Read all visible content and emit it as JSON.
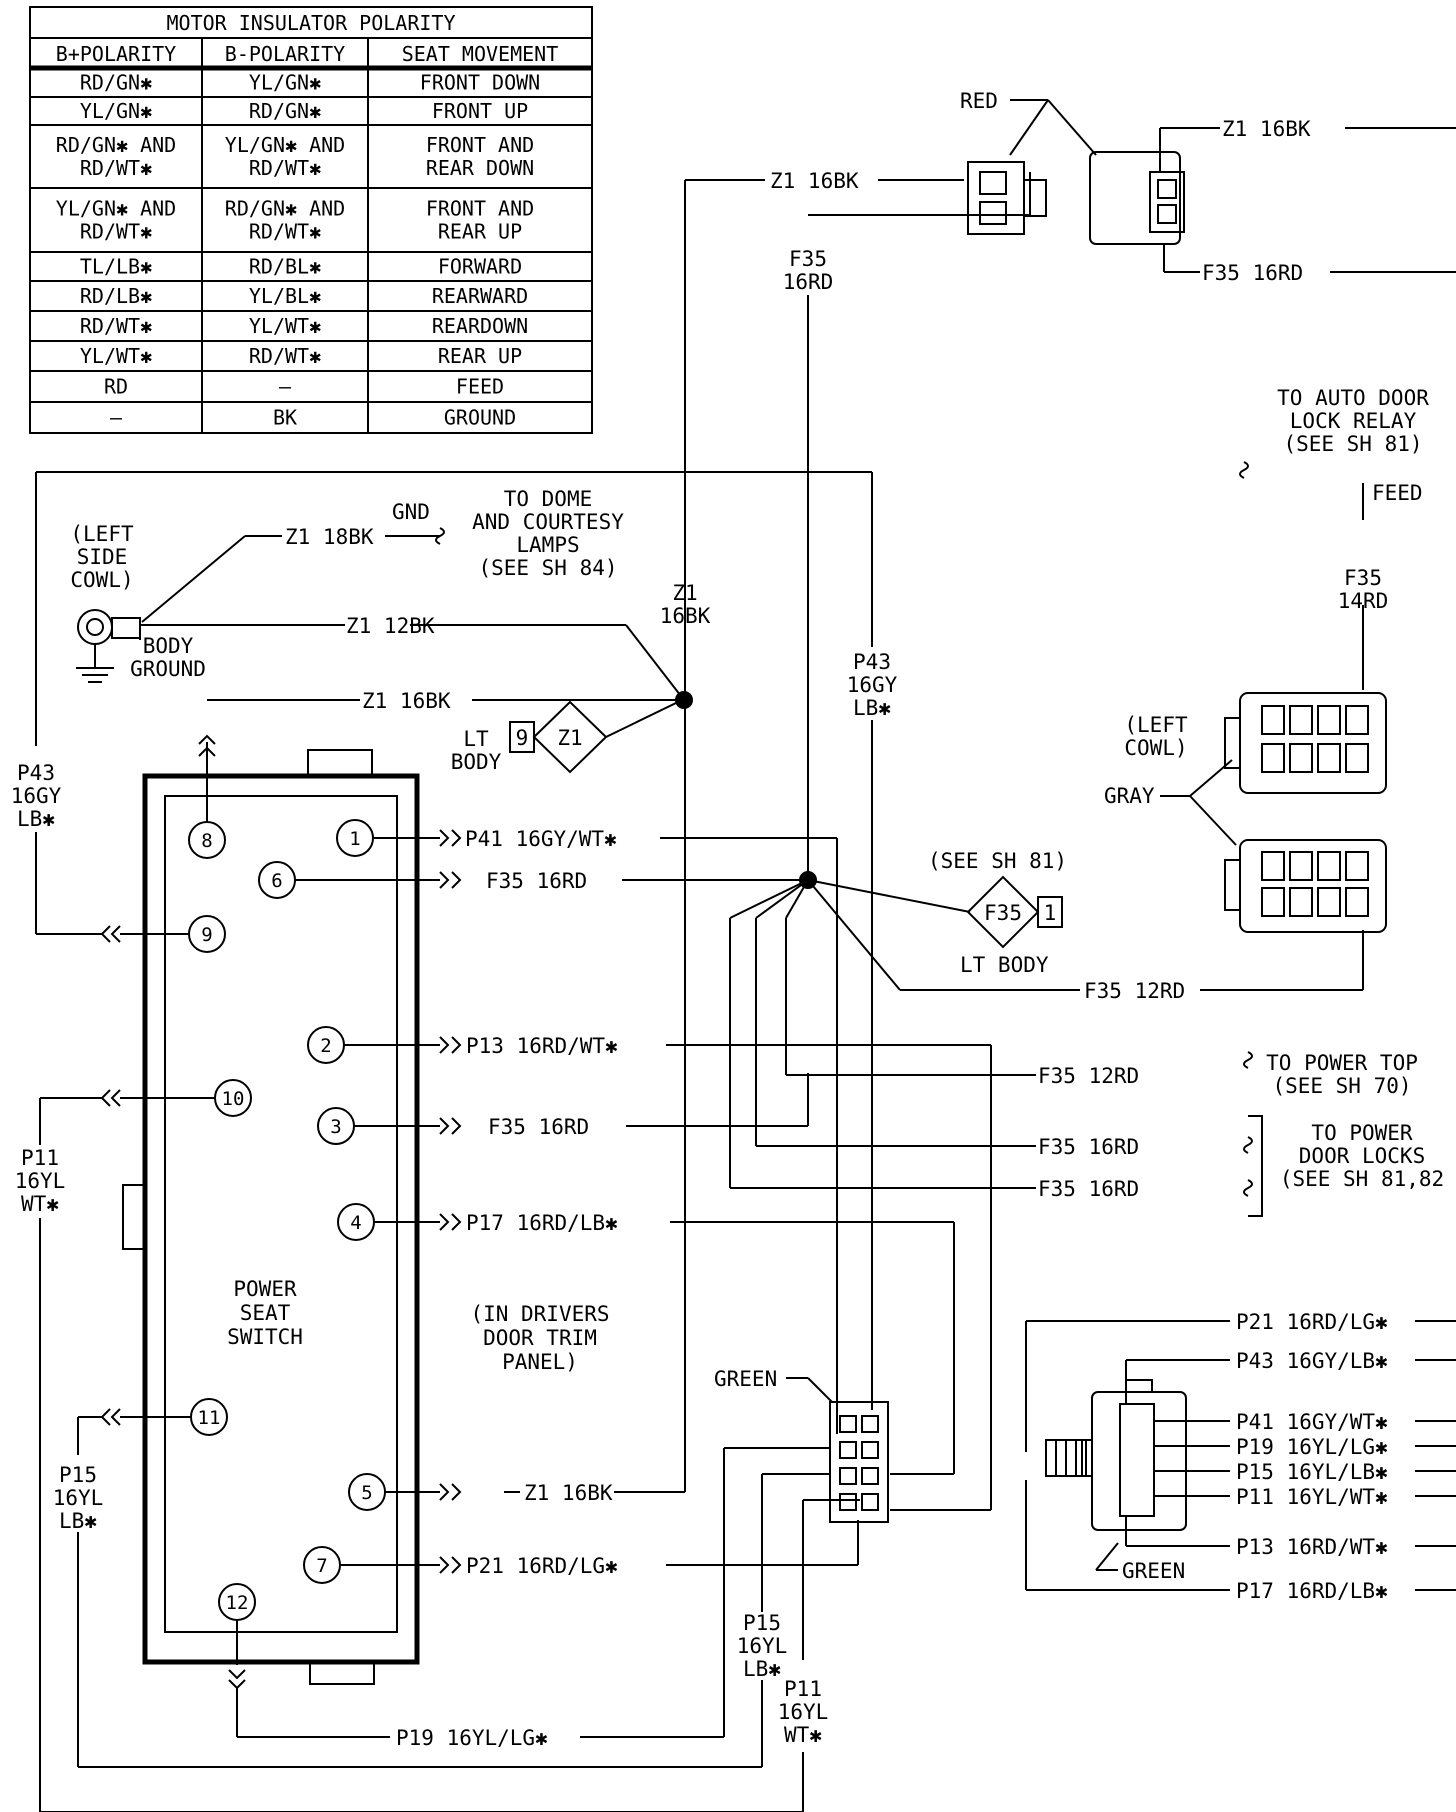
{
  "table": {
    "title": "MOTOR INSULATOR POLARITY",
    "headers": [
      "B+POLARITY",
      "B-POLARITY",
      "SEAT MOVEMENT"
    ],
    "rows": [
      [
        "RD/GN✱",
        "YL/GN✱",
        "FRONT DOWN"
      ],
      [
        "YL/GN✱",
        "RD/GN✱",
        "FRONT UP"
      ],
      [
        "RD/GN✱ AND|RD/WT✱",
        "YL/GN✱ AND|RD/WT✱",
        "FRONT AND|REAR DOWN"
      ],
      [
        "YL/GN✱ AND|RD/WT✱",
        "RD/GN✱ AND|RD/WT✱",
        "FRONT AND|REAR UP"
      ],
      [
        "TL/LB✱",
        "RD/BL✱",
        "FORWARD"
      ],
      [
        "RD/LB✱",
        "YL/BL✱",
        "REARWARD"
      ],
      [
        "RD/WT✱",
        "YL/WT✱",
        "REARDOWN"
      ],
      [
        "YL/WT✱",
        "RD/WT✱",
        "REAR UP"
      ],
      [
        "RD",
        "—",
        "FEED"
      ],
      [
        "—",
        "BK",
        "GROUND"
      ]
    ]
  },
  "switch": {
    "label": [
      "POWER",
      "SEAT",
      "SWITCH"
    ],
    "location": [
      "(IN DRIVERS",
      "DOOR TRIM",
      "PANEL)"
    ],
    "pins": [
      "1",
      "2",
      "3",
      "4",
      "5",
      "6",
      "7",
      "8",
      "9",
      "10",
      "11",
      "12"
    ]
  },
  "wires": {
    "p1": "P41 16GY/WT✱",
    "p6": "F35 16RD",
    "p2": "P13 16RD/WT✱",
    "p3": "F35 16RD",
    "p4": "P17 16RD/LB✱",
    "p5": "Z1 16BK",
    "p7": "P21 16RD/LG✱",
    "p12": "P19 16YL/LG✱",
    "p9": [
      "P43",
      "16GY",
      "LB✱"
    ],
    "p10": [
      "P11",
      "16YL",
      "WT✱"
    ],
    "p11": [
      "P15",
      "16YL",
      "LB✱"
    ],
    "bottom_p15": [
      "P15",
      "16YL",
      "LB✱"
    ],
    "bottom_p11": [
      "P11",
      "16YL",
      "WT✱"
    ],
    "mid_p43": [
      "P43",
      "16GY",
      "LB✱"
    ],
    "z1_18": "Z1 18BK",
    "z1_12": "Z1 12BK",
    "z1_16": "Z1 16BK",
    "z1_top": "Z1 16BK",
    "z1_top_right": "Z1 16BK",
    "z1_vert": [
      "Z1",
      "16BK"
    ],
    "f35_vert": [
      "F35",
      "16RD"
    ],
    "f35_top_right": "F35 16RD",
    "f35_14": [
      "F35",
      "14RD"
    ],
    "f35_12_cowl": "F35 12RD",
    "f35_12_top": "F35 12RD",
    "f35_16_a": "F35 16RD",
    "f35_16_b": "F35 16RD",
    "gnd": "GND"
  },
  "labels": {
    "red": "RED",
    "gray": "GRAY",
    "green_a": "GREEN",
    "green_b": "GREEN",
    "left_side_cowl": [
      "(LEFT",
      "SIDE",
      "COWL)"
    ],
    "body_ground": [
      "BODY",
      "GROUND"
    ],
    "dome": [
      "TO DOME",
      "AND COURTESY",
      "LAMPS",
      "(SEE SH 84)"
    ],
    "auto_door": [
      "TO AUTO DOOR",
      "LOCK RELAY",
      "(SEE SH 81)"
    ],
    "feed": "FEED",
    "left_cowl": [
      "(LEFT",
      "COWL)"
    ],
    "see_sh81": "(SEE SH 81)",
    "lt_body_right": "LT BODY",
    "lt_body_left": [
      "LT",
      "BODY"
    ],
    "splice_z1_num": "9",
    "splice_z1": "Z1",
    "splice_f35": "F35",
    "splice_f35_num": "1",
    "power_top": [
      "TO POWER TOP",
      "(SEE SH 70)"
    ],
    "door_locks": [
      "TO POWER",
      "DOOR LOCKS",
      "(SEE SH 81,82"
    ]
  },
  "connector_right": {
    "wires": [
      "P21 16RD/LG✱",
      "P43 16GY/LB✱",
      "P41 16GY/WT✱",
      "P19 16YL/LG✱",
      "P15 16YL/LB✱",
      "P11 16YL/WT✱",
      "P13 16RD/WT✱",
      "P17 16RD/LB✱"
    ]
  }
}
